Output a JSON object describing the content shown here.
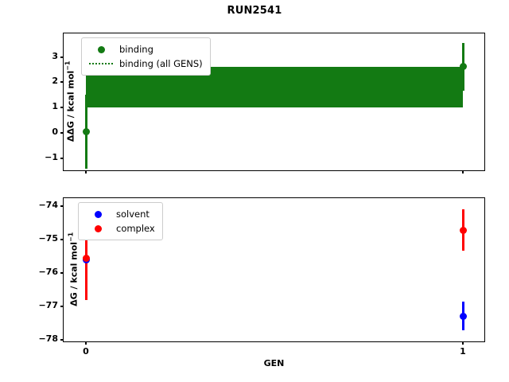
{
  "figure": {
    "title": "RUN2541",
    "xlabel": "GEN",
    "background": "#ffffff"
  },
  "colors": {
    "binding_green": "#137a13",
    "solvent_blue": "#0000ff",
    "complex_red": "#ff0000",
    "axis_black": "#000000"
  },
  "panels": {
    "top": {
      "ylabel_main": "ΔΔG / kcal mol",
      "ylabel_exp": "−1",
      "yticks": [
        "3",
        "2",
        "1",
        "0",
        "−1"
      ],
      "legend": [
        {
          "label": "binding",
          "marker": "circle-marker",
          "color": "#137a13"
        },
        {
          "label": "binding (all GENS)",
          "marker": "dotted-line-marker",
          "color": "#137a13"
        }
      ]
    },
    "bottom": {
      "ylabel_main": "ΔG / kcal mol",
      "ylabel_exp": "−1",
      "yticks": [
        "−74",
        "−75",
        "−76",
        "−77",
        "−78"
      ],
      "legend": [
        {
          "label": "solvent",
          "marker": "circle-marker",
          "color": "#0000ff"
        },
        {
          "label": "complex",
          "marker": "circle-marker",
          "color": "#ff0000"
        }
      ]
    }
  },
  "xticks": [
    "0",
    "1"
  ],
  "chart_data": [
    {
      "type": "scatter",
      "panel": "top",
      "title": "RUN2541",
      "xlabel": "GEN",
      "ylabel": "ΔΔG / kcal mol^-1",
      "xlim": [
        -0.06,
        1.06
      ],
      "ylim": [
        -1.62,
        3.72
      ],
      "xticks": [
        0,
        1
      ],
      "yticks": [
        -1,
        0,
        1,
        2,
        3
      ],
      "grid": false,
      "legend_position": "upper left",
      "series": [
        {
          "name": "binding",
          "color": "#137a13",
          "x": [
            0,
            1
          ],
          "y": [
            0.05,
            2.65
          ],
          "yerr": [
            1.45,
            0.93
          ]
        },
        {
          "name": "binding (all GENS)",
          "color": "#137a13",
          "style": "dotted-line-with-band",
          "value": 1.83,
          "band_low": 1.02,
          "band_high": 2.64
        }
      ]
    },
    {
      "type": "scatter",
      "panel": "bottom",
      "xlabel": "GEN",
      "ylabel": "ΔG / kcal mol^-1",
      "xlim": [
        -0.06,
        1.06
      ],
      "ylim": [
        -78.45,
        -73.55
      ],
      "xticks": [
        0,
        1
      ],
      "yticks": [
        -78,
        -77,
        -76,
        -75,
        -74
      ],
      "grid": false,
      "legend_position": "upper left",
      "series": [
        {
          "name": "solvent",
          "color": "#0000ff",
          "x": [
            0,
            1
          ],
          "y": [
            -75.82,
            -77.3
          ],
          "yerr": [
            1.2,
            0.42
          ]
        },
        {
          "name": "complex",
          "color": "#ff0000",
          "x": [
            0,
            1
          ],
          "y": [
            -75.78,
            -74.72
          ],
          "yerr": [
            1.24,
            0.62
          ]
        }
      ]
    }
  ]
}
